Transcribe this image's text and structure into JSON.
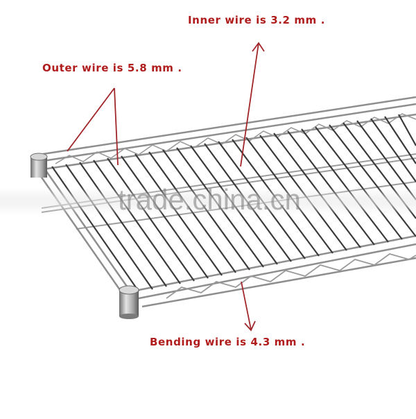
{
  "image": {
    "subject": "chrome wire shelf",
    "background_color": "#ffffff",
    "annotation_color": "#b01c1c",
    "wire_color": "#8a8a8a"
  },
  "annotations": {
    "inner": {
      "text": "Inner wire is 3.2 mm ."
    },
    "outer": {
      "text": "Outer wire is 5.8 mm ."
    },
    "bending": {
      "text": "Bending wire is 4.3 mm ."
    }
  },
  "watermark": {
    "text": "trade.china.cn"
  }
}
